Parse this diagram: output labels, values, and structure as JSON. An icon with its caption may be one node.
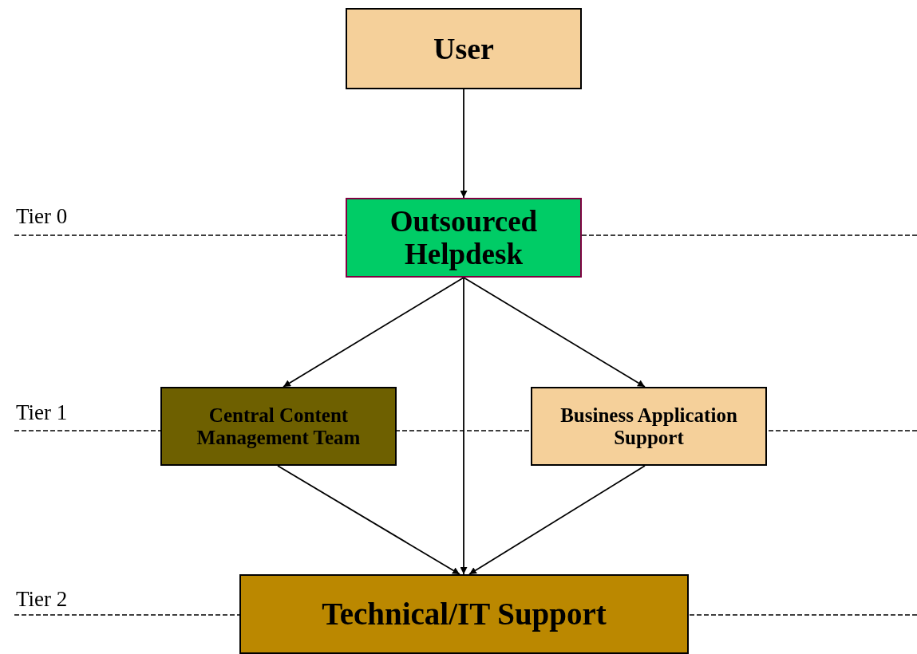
{
  "diagram": {
    "nodes": [
      {
        "text": [
          "User"
        ]
      },
      {
        "text": [
          "Outsourced Helpdesk"
        ]
      },
      {
        "text": [
          "Central Content Management Team"
        ]
      },
      {
        "text": [
          "Business Application Support"
        ]
      },
      {
        "text": [
          "Technical/IT Support"
        ]
      }
    ],
    "edges": [
      {
        "from": 0,
        "to": 1,
        "arrow": "to"
      },
      {
        "from": 1,
        "to": 2,
        "arrow": "to"
      },
      {
        "from": 1,
        "to": 3,
        "arrow": "to"
      },
      {
        "from": 1,
        "to": 4,
        "arrow": "to"
      },
      {
        "from": 2,
        "to": 4,
        "arrow": "to"
      },
      {
        "from": 3,
        "to": 4,
        "arrow": "to"
      }
    ],
    "labels": [
      "Tier 0",
      "Tier 1",
      "Tier 2"
    ]
  }
}
